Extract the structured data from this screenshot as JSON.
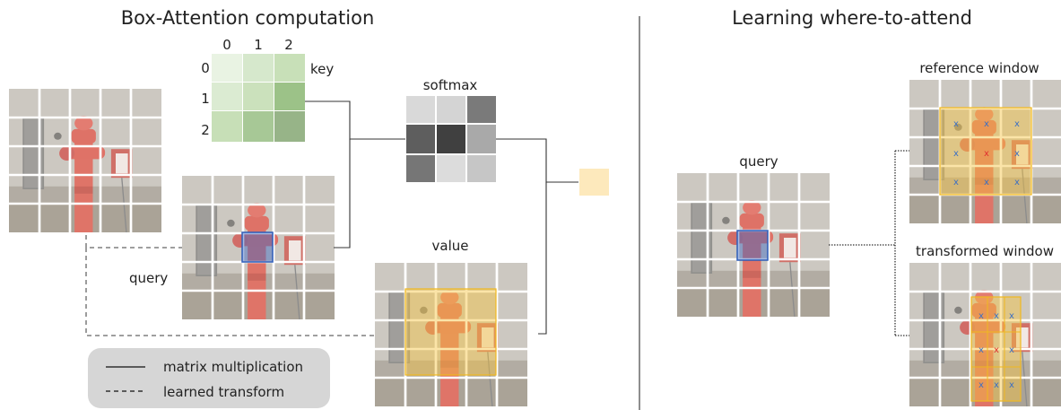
{
  "left_panel": {
    "title": "Box-Attention computation",
    "key": {
      "label": "key",
      "col_labels": [
        "0",
        "1",
        "2"
      ],
      "row_labels": [
        "0",
        "1",
        "2"
      ],
      "colors": [
        [
          "#e9f3e3",
          "#d6e8cc",
          "#c8e0b8"
        ],
        [
          "#dbebd2",
          "#cbe1bc",
          "#9cc288"
        ],
        [
          "#c7dfb7",
          "#a7c896",
          "#97b488"
        ]
      ]
    },
    "softmax": {
      "label": "softmax",
      "colors": [
        [
          "#d9d9d9",
          "#d4d4d4",
          "#7a7a7a"
        ],
        [
          "#5e5e5e",
          "#404040",
          "#a9a9a9"
        ],
        [
          "#767676",
          "#dcdcdc",
          "#c6c6c6"
        ]
      ]
    },
    "value": {
      "label": "value"
    },
    "query": {
      "label": "query"
    },
    "output_color": "#fde9bc",
    "legend": {
      "matrix_multiplication": "matrix multiplication",
      "learned_transform": "learned transform"
    }
  },
  "right_panel": {
    "title": "Learning where-to-attend",
    "query": {
      "label": "query"
    },
    "reference_window": {
      "label": "reference window"
    },
    "transformed_window": {
      "label": "transformed window"
    }
  },
  "colors": {
    "query_box": "#2f5db8",
    "attention_box": "#f6c43d",
    "sample_point": "#3b6fc4",
    "center_point": "#e03030"
  }
}
